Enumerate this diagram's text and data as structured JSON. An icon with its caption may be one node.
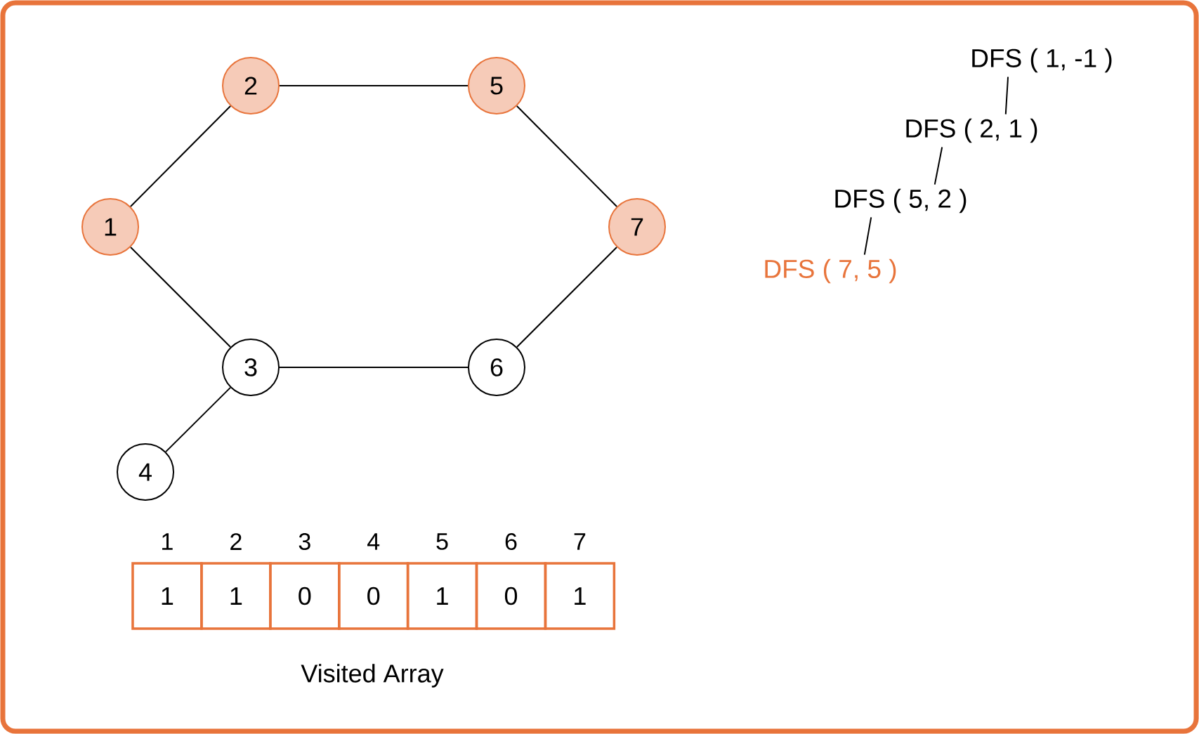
{
  "diagram": {
    "nodes": [
      {
        "text": [
          "1"
        ]
      },
      {
        "text": [
          "2"
        ]
      },
      {
        "text": [
          "3"
        ]
      },
      {
        "text": [
          "4"
        ]
      },
      {
        "text": [
          "5"
        ]
      },
      {
        "text": [
          "6"
        ]
      },
      {
        "text": [
          "7"
        ]
      },
      {
        "text": [
          "DFS ( 1, -1 )"
        ]
      },
      {
        "text": [
          "DFS ( 2, 1 )"
        ]
      },
      {
        "text": [
          "DFS ( 5, 2 )"
        ]
      },
      {
        "text": [
          "DFS ( 7, 5 )"
        ]
      }
    ],
    "edges": [
      {
        "from": 0,
        "to": 1,
        "arrow": "none"
      },
      {
        "from": 1,
        "to": 4,
        "arrow": "none"
      },
      {
        "from": 4,
        "to": 6,
        "arrow": "none"
      },
      {
        "from": 0,
        "to": 2,
        "arrow": "none"
      },
      {
        "from": 2,
        "to": 5,
        "arrow": "none"
      },
      {
        "from": 5,
        "to": 6,
        "arrow": "none"
      },
      {
        "from": 2,
        "to": 3,
        "arrow": "none"
      },
      {
        "from": 7,
        "to": 8,
        "arrow": "none"
      },
      {
        "from": 8,
        "to": 9,
        "arrow": "none"
      },
      {
        "from": 9,
        "to": 10,
        "arrow": "none"
      }
    ],
    "labels": [
      "1",
      "2",
      "3",
      "4",
      "5",
      "6",
      "7",
      "1",
      "1",
      "0",
      "0",
      "1",
      "0",
      "1",
      "Visited Array"
    ]
  }
}
